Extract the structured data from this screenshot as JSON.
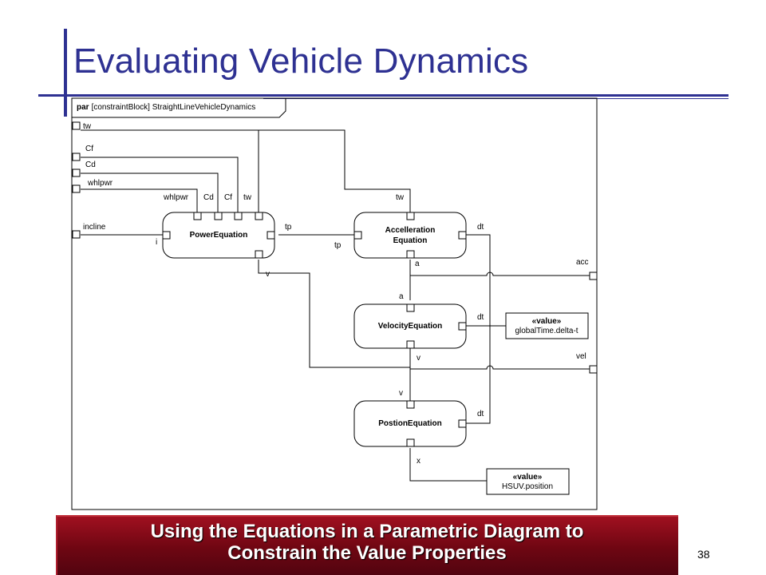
{
  "slide": {
    "title": "Evaluating Vehicle Dynamics",
    "banner_line1": "Using the Equations in a Parametric Diagram to",
    "banner_line2": "Constrain the Value Properties",
    "page_number": "38"
  },
  "diagram": {
    "frame_keyword": "par",
    "frame_name": "[constraintBlock] StraightLineVehicleDynamics",
    "outer_params": {
      "tw": "tw",
      "cf": "Cf",
      "cd": "Cd",
      "whlpwr": "whlpwr",
      "incline": "incline",
      "acc": "acc",
      "vel": "vel"
    },
    "power_equation": {
      "name": "PowerEquation",
      "p_whlpwr": "whlpwr",
      "p_cd": "Cd",
      "p_cf": "Cf",
      "p_tw": "tw",
      "p_i": "i",
      "p_tp": "tp",
      "p_v": "v"
    },
    "accel_equation": {
      "name_line1": "Accelleration",
      "name_line2": "Equation",
      "p_tw": "tw",
      "p_tp": "tp",
      "p_dt": "dt",
      "p_a": "a"
    },
    "velocity_equation": {
      "name": "VelocityEquation",
      "p_a": "a",
      "p_dt": "dt",
      "p_v": "v"
    },
    "position_equation": {
      "name": "PostionEquation",
      "p_v": "v",
      "p_dt": "dt",
      "p_x": "x"
    },
    "global_time": {
      "stereotype": "«value»",
      "name": "globalTime.delta-t"
    },
    "hsuv_position": {
      "stereotype": "«value»",
      "name": "HSUV.position"
    }
  }
}
